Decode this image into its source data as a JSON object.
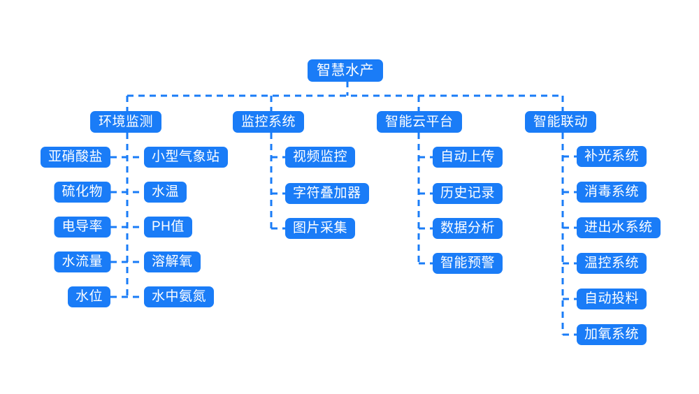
{
  "diagram": {
    "title": "智慧水产",
    "type": "tree",
    "colors": {
      "node_bg": "#1a7cf7",
      "node_text": "#ffffff",
      "connector": "#1a7cf7",
      "background": "#ffffff"
    },
    "root": {
      "label": "智慧水产"
    },
    "branches": [
      {
        "key": "environment",
        "label": "环境监测",
        "layout": "two-column",
        "left_children": [
          {
            "label": "亚硝酸盐"
          },
          {
            "label": "硫化物"
          },
          {
            "label": "电导率"
          },
          {
            "label": "水流量"
          },
          {
            "label": "水位"
          }
        ],
        "right_children": [
          {
            "label": "小型气象站"
          },
          {
            "label": "水温"
          },
          {
            "label": "PH值"
          },
          {
            "label": "溶解氧"
          },
          {
            "label": "水中氨氮"
          }
        ]
      },
      {
        "key": "monitoring",
        "label": "监控系统",
        "layout": "single-column",
        "children": [
          {
            "label": "视频监控"
          },
          {
            "label": "字符叠加器"
          },
          {
            "label": "图片采集"
          }
        ]
      },
      {
        "key": "cloud",
        "label": "智能云平台",
        "layout": "single-column",
        "children": [
          {
            "label": "自动上传"
          },
          {
            "label": "历史记录"
          },
          {
            "label": "数据分析"
          },
          {
            "label": "智能预警"
          }
        ]
      },
      {
        "key": "linkage",
        "label": "智能联动",
        "layout": "single-column",
        "children": [
          {
            "label": "补光系统"
          },
          {
            "label": "消毒系统"
          },
          {
            "label": "进出水系统"
          },
          {
            "label": "温控系统"
          },
          {
            "label": "自动投料"
          },
          {
            "label": "加氧系统"
          }
        ]
      }
    ]
  }
}
